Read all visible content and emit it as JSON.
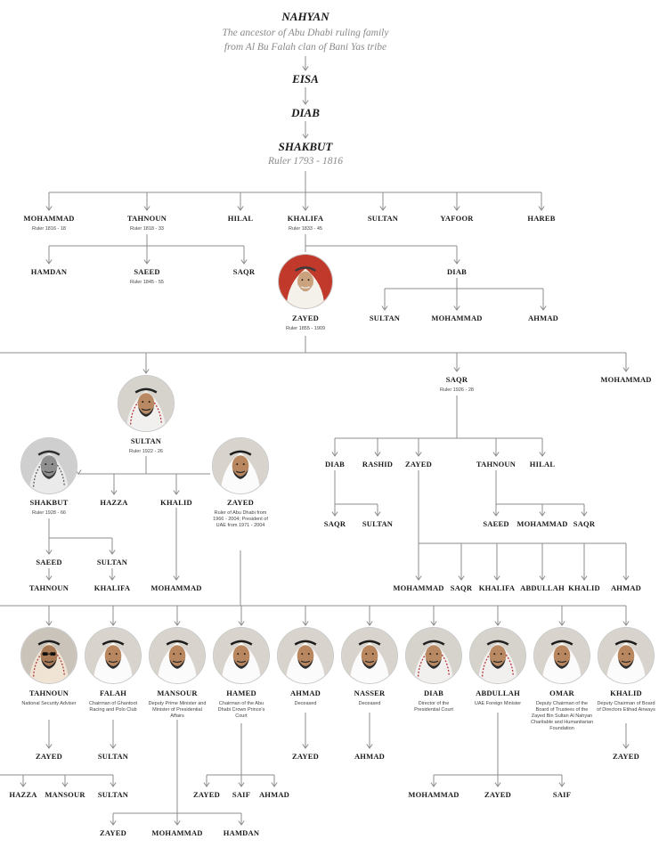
{
  "header": {
    "root_name": "NAHYAN",
    "root_note_1": "The ancestor of Abu Dhabi ruling family",
    "root_note_2": "from Al Bu Falah clan of Bani Yas tribe",
    "gen2": "EISA",
    "gen3": "DIAB",
    "gen4_name": "SHAKBUT",
    "gen4_note": "Ruler 1793 - 1816"
  },
  "row1": {
    "mohammad": "MOHAMMAD",
    "mohammad_sub": "Ruler 1816 - 18",
    "tahnoun": "TAHNOUN",
    "tahnoun_sub": "Ruler 1818 - 33",
    "hilal": "HILAL",
    "khalifa": "KHALIFA",
    "khalifa_sub": "Ruler 1833 - 45",
    "sultan": "SULTAN",
    "yafoor": "YAFOOR",
    "hareb": "HAREB"
  },
  "row2": {
    "hamdan": "HAMDAN",
    "saeed": "SAEED",
    "saeed_sub": "Ruler 1845 - 55",
    "saqr": "SAQR",
    "zayed": "ZAYED",
    "zayed_sub": "Ruler 1855 - 1909",
    "diab": "DIAB"
  },
  "diab_children": {
    "sultan": "SULTAN",
    "mohammad": "MOHAMMAD",
    "ahmad": "AHMAD"
  },
  "zayed_children": {
    "sultan": "SULTAN",
    "sultan_sub": "Ruler 1922 - 26",
    "saqr": "SAQR",
    "saqr_sub": "Ruler 1926 - 28",
    "mohammad": "MOHAMMAD"
  },
  "sultan_children": {
    "shakbut": "SHAKBUT",
    "shakbut_sub": "Ruler 1928 - 66",
    "hazza": "HAZZA",
    "khalid": "KHALID",
    "zayed": "ZAYED",
    "zayed_desc": "Ruler of Abu Dhabi from 1966 - 2004; President of UAE from 1971 - 2004"
  },
  "shakbut_line": {
    "saeed": "SAEED",
    "sultan": "SULTAN",
    "tahnoun": "TAHNOUN",
    "khalifa": "KHALIFA"
  },
  "khalid_line": {
    "mohammad": "MOHAMMAD"
  },
  "saqr_children": {
    "diab": "DIAB",
    "rashid": "RASHID",
    "zayed": "ZAYED",
    "tahnoun": "TAHNOUN",
    "hilal": "HILAL"
  },
  "saqr_diab_children": {
    "saqr": "SAQR",
    "sultan": "SULTAN"
  },
  "saqr_tahnoun_children": {
    "saeed": "SAEED",
    "mohammad": "MOHAMMAD",
    "saqr": "SAQR"
  },
  "saqr_zayed_children": {
    "mohammad": "MOHAMMAD",
    "saqr": "SAQR",
    "khalifa": "KHALIFA",
    "abdullah": "ABDULLAH",
    "khalid": "KHALID",
    "ahmad": "AHMAD"
  },
  "sons": {
    "tahnoun": {
      "name": "TAHNOUN",
      "desc": "National Security Adviser"
    },
    "falah": {
      "name": "FALAH",
      "desc": "Chairman of Ghantoot Racing and Polo Club"
    },
    "mansour": {
      "name": "MANSOUR",
      "desc": "Deputy Prime Minister and Minister of Presidential Affairs"
    },
    "hamed": {
      "name": "HAMED",
      "desc": "Chairman of the Abu Dhabi Crown Prince's Court"
    },
    "ahmad": {
      "name": "AHMAD",
      "desc": "Deceased"
    },
    "nasser": {
      "name": "NASSER",
      "desc": "Deceased"
    },
    "diab": {
      "name": "DIAB",
      "desc": "Director of the Presidential Court"
    },
    "abdullah": {
      "name": "ABDULLAH",
      "desc": "UAE Foreign Minister"
    },
    "omar": {
      "name": "OMAR",
      "desc": "Deputy Chairman of the Board of Trustees of the Zayed Bin Sultan Al Nahyan Charitable and Humanitarian Foundation"
    },
    "khalid": {
      "name": "KHALID",
      "desc": "Deputy Chairman of Board of Directors Etihad Airways"
    }
  },
  "grandsons": {
    "tahnoun_son": "ZAYED",
    "falah_son": "SULTAN",
    "ahmad_son": "ZAYED",
    "nasser_son": "AHMAD",
    "khalid_son": "ZAYED",
    "hazza": "HAZZA",
    "mansour": "MANSOUR",
    "sultan": "SULTAN",
    "hamed_zayed": "ZAYED",
    "hamed_saif": "SAIF",
    "hamed_ahmad": "AHMAD",
    "abdullah_mohammad": "MOHAMMAD",
    "abdullah_zayed": "ZAYED",
    "abdullah_saif": "SAIF",
    "mansour_zayed": "ZAYED",
    "mansour_mohammad": "MOHAMMAD",
    "mansour_hamdan": "HAMDAN"
  },
  "colors": {
    "line": "#8c8c8c",
    "text": "#1a1a1a",
    "muted": "#8a8a8a",
    "portrait_ring": "#c9c9c9"
  },
  "icons": [
    "portrait-photo",
    "arrow-down"
  ]
}
